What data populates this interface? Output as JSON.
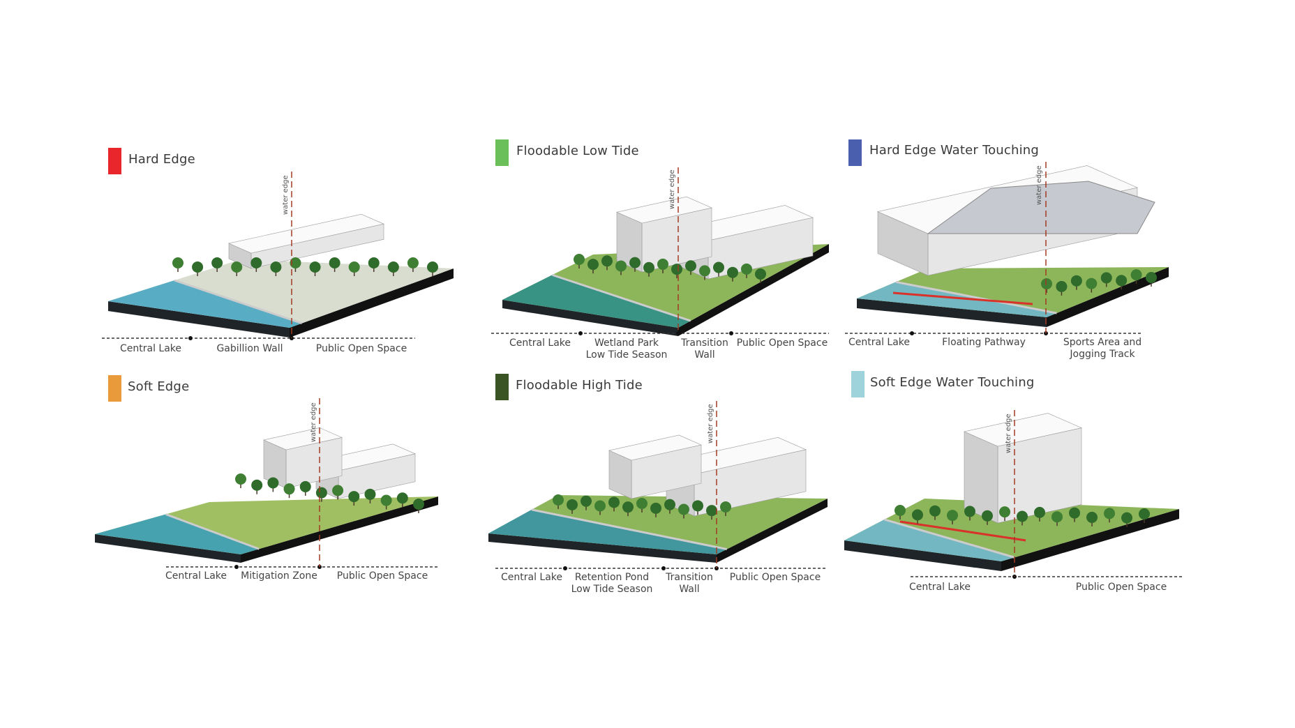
{
  "water_edge_label": "water edge",
  "panels": [
    {
      "title": "Hard Edge",
      "color": "#e8262b",
      "labels": [
        "Central Lake",
        "Gabillion Wall",
        "Public Open Space"
      ]
    },
    {
      "title": "Floodable Low Tide",
      "color": "#6abf5a",
      "labels": [
        "Central Lake",
        "Wetland Park\nLow Tide Season",
        "Transition\nWall",
        "Public Open Space"
      ]
    },
    {
      "title": "Hard Edge Water Touching",
      "color": "#4a5fad",
      "labels": [
        "Central Lake",
        "Floating  Pathway",
        "Sports Area and\nJogging Track"
      ]
    },
    {
      "title": "Soft Edge",
      "color": "#e99a3a",
      "labels": [
        "Central Lake",
        "Mitigation Zone",
        "Public Open Space"
      ]
    },
    {
      "title": "Floodable High Tide",
      "color": "#3b5423",
      "labels": [
        "Central Lake",
        "Retention Pond\nLow Tide Season",
        "Transition\nWall",
        "Public Open Space"
      ]
    },
    {
      "title": "Soft Edge Water Touching",
      "color": "#9fd3dc",
      "labels": [
        "Central Lake",
        "Public Open Space"
      ]
    }
  ]
}
